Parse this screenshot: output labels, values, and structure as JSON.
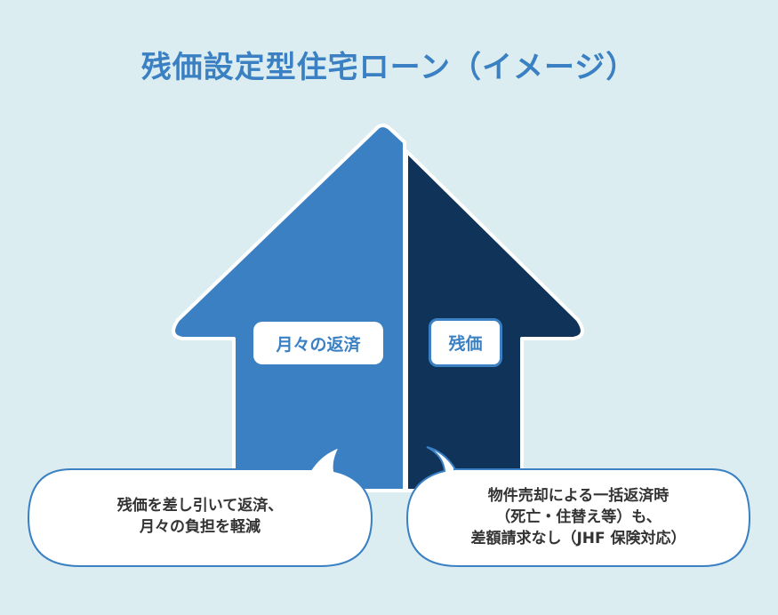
{
  "title": "残価設定型住宅ローン（イメージ）",
  "house": {
    "left_label": "月々の返済",
    "right_label": "残価",
    "left_color": "#3b80c2",
    "right_color": "#10335a"
  },
  "bubbles": {
    "left": [
      "残価を差し引いて返済、",
      "月々の負担を軽減"
    ],
    "right": [
      "物件売却による一括返済時",
      "（死亡・住替え等）も、",
      "差額請求なし（JHF 保険対応）"
    ]
  }
}
